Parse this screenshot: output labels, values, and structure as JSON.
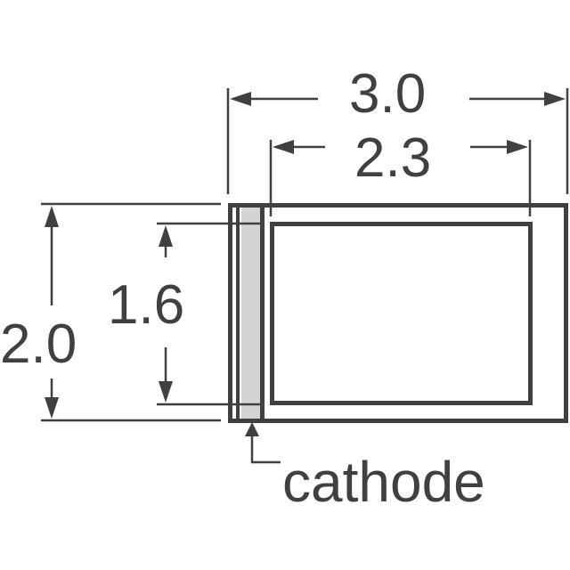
{
  "diagram": {
    "type": "component package outline",
    "units_note": "",
    "colors": {
      "line": "#404040",
      "cathode_band": "#d3d4d6",
      "background": "#ffffff"
    },
    "dimensions": {
      "overall_length": "3.0",
      "body_inner_length": "2.3",
      "overall_width": "2.0",
      "body_inner_width": "1.6"
    },
    "labels": {
      "cathode": "cathode"
    }
  }
}
